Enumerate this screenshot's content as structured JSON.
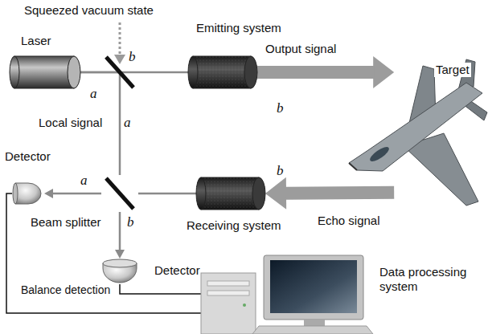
{
  "diagram": {
    "nodes": [
      {
        "text": [
          "Laser"
        ]
      },
      {
        "text": [
          "Emitting system"
        ]
      },
      {
        "text": [
          "Target"
        ]
      },
      {
        "text": [
          "Receiving system"
        ]
      },
      {
        "text": [
          "Detector"
        ]
      },
      {
        "text": [
          "Beam splitter"
        ]
      },
      {
        "text": [
          "Detector"
        ]
      },
      {
        "text": [
          "Data processing system"
        ]
      }
    ],
    "edges": [
      {
        "from": 1,
        "to": 2,
        "label": "Output signal",
        "arrow": "to"
      },
      {
        "from": 2,
        "to": 3,
        "label": "Echo signal",
        "arrow": "to"
      },
      {
        "from": 0,
        "to": 1,
        "arrow": "none"
      },
      {
        "from": 0,
        "to": 5,
        "label": "Local signal",
        "arrow": "none"
      },
      {
        "from": 3,
        "to": 5,
        "arrow": "none"
      },
      {
        "from": 5,
        "to": 4,
        "arrow": "to"
      },
      {
        "from": 5,
        "to": 6,
        "arrow": "to"
      },
      {
        "from": 4,
        "to": 7,
        "arrow": "none"
      },
      {
        "from": 6,
        "to": 7,
        "arrow": "none"
      }
    ],
    "labels": [
      "Squeezed vacuum state",
      "b",
      "a",
      "b",
      "a",
      "a",
      "b",
      "b",
      "Balance detection"
    ]
  }
}
